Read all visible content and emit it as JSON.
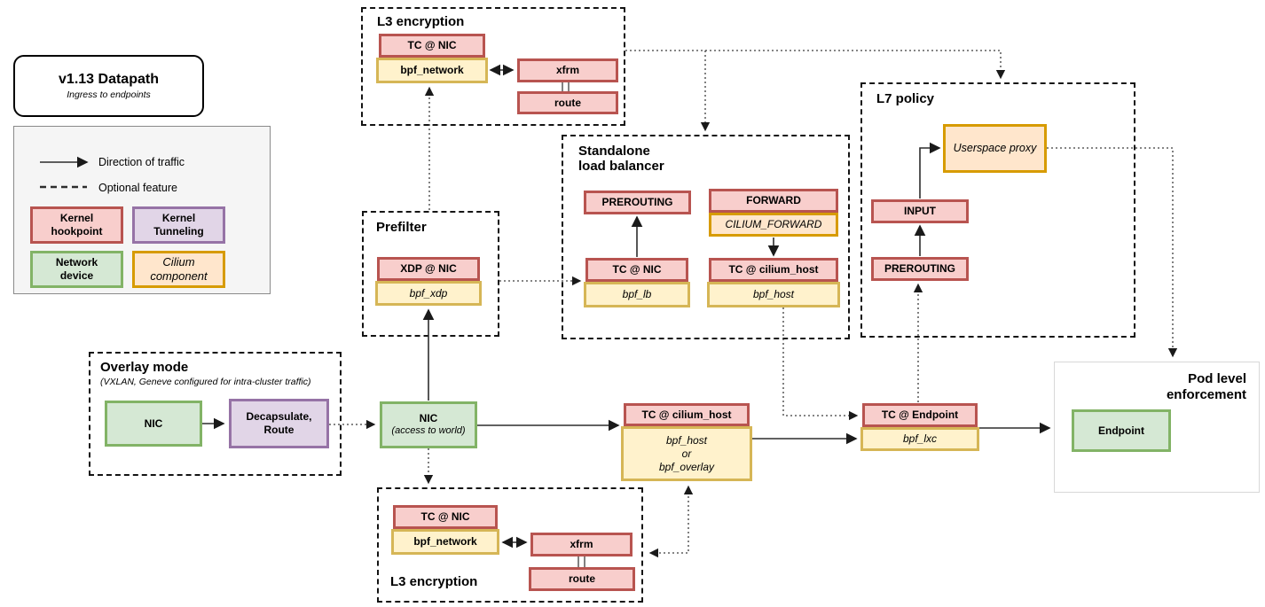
{
  "diagram_title": {
    "heading": "v1.13 Datapath",
    "subheading": "Ingress to endpoints"
  },
  "legend": {
    "direction_label": "Direction of traffic",
    "optional_label": "Optional feature",
    "kernel_hookpoint": "Kernel\nhookpoint",
    "kernel_tunneling": "Kernel\nTunneling",
    "network_device": "Network\ndevice",
    "cilium_component": "Cilium\ncomponent"
  },
  "l3_encryption_top": {
    "title": "L3 encryption",
    "tc_nic": "TC @ NIC",
    "bpf_network": "bpf_network",
    "xfrm": "xfrm",
    "route": "route"
  },
  "prefilter": {
    "title": "Prefilter",
    "xdp_nic": "XDP @ NIC",
    "bpf_xdp": "bpf_xdp"
  },
  "standalone_lb": {
    "title": "Standalone\nload balancer",
    "prerouting": "PREROUTING",
    "tc_nic": "TC @ NIC",
    "bpf_lb": "bpf_lb",
    "forward": "FORWARD",
    "cilium_forward": "CILIUM_FORWARD",
    "tc_cilium_host": "TC @ cilium_host",
    "bpf_host": "bpf_host"
  },
  "l7_policy": {
    "title": "L7 policy",
    "userspace_proxy": "Userspace proxy",
    "input": "INPUT",
    "prerouting": "PREROUTING"
  },
  "overlay_mode": {
    "title": "Overlay mode",
    "subtitle": "(VXLAN, Geneve configured for intra-cluster traffic)",
    "nic": "NIC",
    "decapsulate": "Decapsulate,\nRoute"
  },
  "nic_world": {
    "name": "NIC",
    "note": "(access to world)"
  },
  "tc_cilium_host_main": {
    "header": "TC @ cilium_host",
    "body": "bpf_host\nor\nbpf_overlay"
  },
  "tc_endpoint": {
    "header": "TC @ Endpoint",
    "body": "bpf_lxc"
  },
  "pod_level": {
    "title": "Pod level\nenforcement",
    "endpoint": "Endpoint"
  },
  "l3_encryption_bottom": {
    "title": "L3 encryption",
    "tc_nic": "TC @ NIC",
    "bpf_network": "bpf_network",
    "xfrm": "xfrm",
    "route": "route"
  },
  "colors": {
    "kernel_hookpoint_fill": "#f8cecc",
    "kernel_hookpoint_stroke": "#b85450",
    "bpf_fill": "#fff2cc",
    "bpf_stroke": "#d6b656",
    "cilium_component_fill": "#ffe6cc",
    "cilium_component_stroke": "#d79b00",
    "network_device_fill": "#d5e8d4",
    "network_device_stroke": "#82b366",
    "kernel_tunneling_fill": "#e1d5e7",
    "kernel_tunneling_stroke": "#9673a6",
    "legend_bg": "#f5f5f5"
  }
}
